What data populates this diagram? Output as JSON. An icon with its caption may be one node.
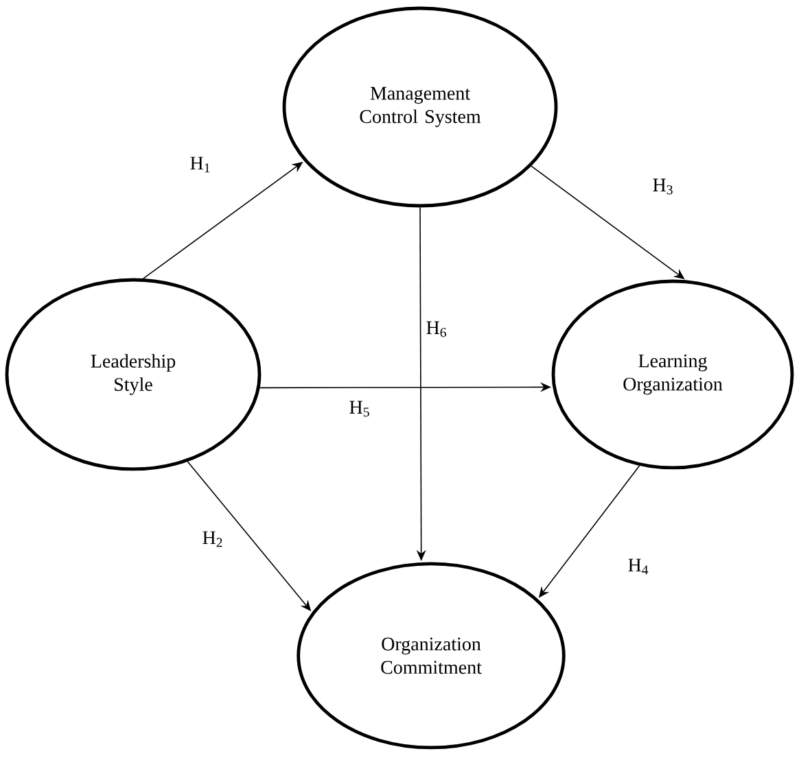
{
  "diagram": {
    "nodes": [
      {
        "text": [
          "Management Control System"
        ]
      },
      {
        "text": [
          "Leadership Style"
        ]
      },
      {
        "text": [
          "Learning Organization"
        ]
      },
      {
        "text": [
          "Organization Commitment"
        ]
      }
    ],
    "edges": [
      {
        "from": 1,
        "to": 0,
        "arrow": "to",
        "label": "H$_{1}$"
      },
      {
        "from": 1,
        "to": 3,
        "arrow": "to",
        "label": "H$_{2}$"
      },
      {
        "from": 0,
        "to": 2,
        "arrow": "to",
        "label": "H$_{3}$"
      },
      {
        "from": 2,
        "to": 3,
        "arrow": "to",
        "label": "H$_{4}$"
      },
      {
        "from": 1,
        "to": 2,
        "arrow": "to",
        "label": "H$_{5}$"
      },
      {
        "from": 0,
        "to": 3,
        "arrow": "to",
        "label": "H$_{6}$"
      }
    ]
  }
}
